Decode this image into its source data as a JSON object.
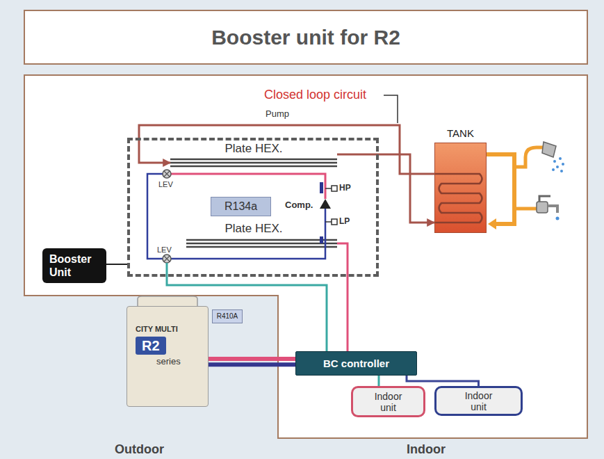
{
  "diagram": {
    "title": "Booster unit for R2",
    "nodes": [
      {
        "text": [
          "Booster Unit"
        ]
      },
      {
        "text": [
          "Plate HEX."
        ],
        "in": 0
      },
      {
        "text": [
          "R134a"
        ],
        "in": 0
      },
      {
        "text": [
          "Plate HEX."
        ],
        "in": 0
      },
      {
        "text": [
          "TANK"
        ]
      },
      {
        "text": [
          "CITY MULTI",
          "R2",
          "series"
        ]
      },
      {
        "text": [
          "R410A"
        ]
      },
      {
        "text": [
          "BC controller"
        ]
      },
      {
        "text": [
          "Indoor unit"
        ]
      },
      {
        "text": [
          "Indoor unit"
        ]
      }
    ],
    "edges": [
      {
        "from": 4,
        "to": 1,
        "arrow": "to",
        "label": "Pump"
      },
      {
        "from": 1,
        "to": 4,
        "arrow": "to"
      },
      {
        "from": 5,
        "to": 7,
        "arrow": "none"
      },
      {
        "from": 7,
        "to": 3,
        "arrow": "none"
      },
      {
        "from": 7,
        "to": 8,
        "arrow": "none"
      },
      {
        "from": 7,
        "to": 9,
        "arrow": "none"
      }
    ],
    "labels": [
      "Closed loop circuit",
      "LEV",
      "HP",
      "Comp.",
      "LEV",
      "LP",
      "Outdoor",
      "Indoor"
    ]
  }
}
